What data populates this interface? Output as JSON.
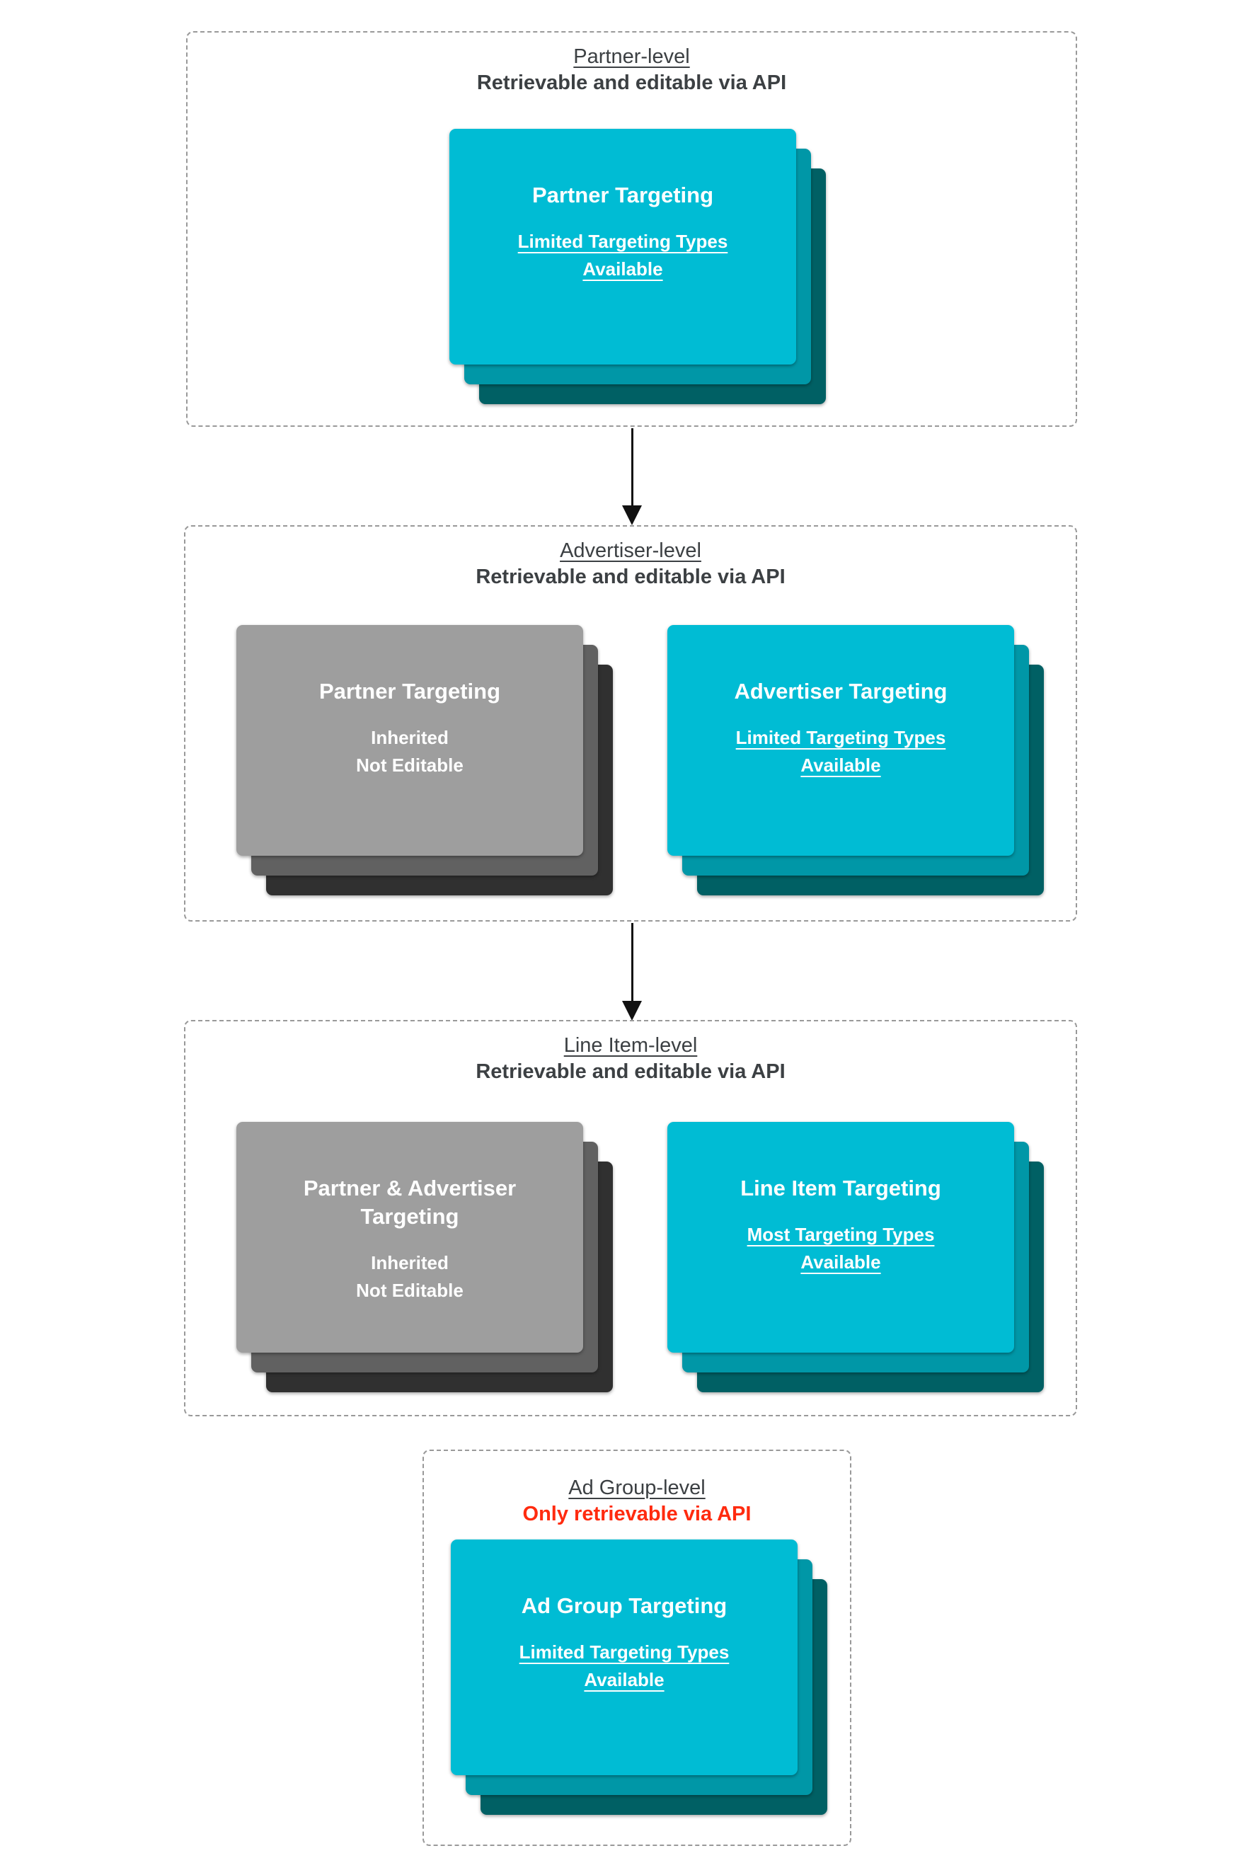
{
  "colors": {
    "cyan-1": "#00BCD4",
    "cyan-2": "#0097A7",
    "cyan-3": "#006064",
    "gray-1": "#9E9E9E",
    "gray-2": "#616161",
    "gray-3": "#303030",
    "ink": "#3C4043",
    "red": "#FF2B0F",
    "border": "#999999",
    "arrow": "#111111"
  },
  "sections": [
    {
      "id": "partner-level",
      "title": "Partner-level",
      "subtitle": "Retrievable and editable via API",
      "cards": [
        {
          "variant": "teal",
          "title": "Partner Targeting",
          "sub_lines": [
            "Limited Targeting Types",
            "Available"
          ],
          "sub_underlined": true
        }
      ]
    },
    {
      "id": "advertiser-level",
      "title": "Advertiser-level",
      "subtitle": "Retrievable and editable via API",
      "cards": [
        {
          "variant": "gray",
          "title": "Partner Targeting",
          "sub_lines": [
            "Inherited",
            "Not Editable"
          ],
          "sub_underlined": false
        },
        {
          "variant": "teal",
          "title": "Advertiser Targeting",
          "sub_lines": [
            "Limited Targeting Types",
            "Available"
          ],
          "sub_underlined": true
        }
      ]
    },
    {
      "id": "line-item-level",
      "title": "Line Item-level",
      "subtitle": "Retrievable and editable via API",
      "cards": [
        {
          "variant": "gray",
          "title": "Partner & Advertiser Targeting",
          "sub_lines": [
            "Inherited",
            "Not Editable"
          ],
          "sub_underlined": false
        },
        {
          "variant": "teal",
          "title": "Line Item Targeting",
          "sub_lines": [
            "Most Targeting Types",
            "Available"
          ],
          "sub_underlined": true
        }
      ]
    },
    {
      "id": "ad-group-level",
      "title": "Ad Group-level",
      "subtitle": "Only retrievable via API",
      "subtitle_alert": true,
      "cards": [
        {
          "variant": "teal",
          "title": "Ad Group Targeting",
          "sub_lines": [
            "Limited Targeting Types",
            "Available"
          ],
          "sub_underlined": true
        }
      ]
    }
  ]
}
